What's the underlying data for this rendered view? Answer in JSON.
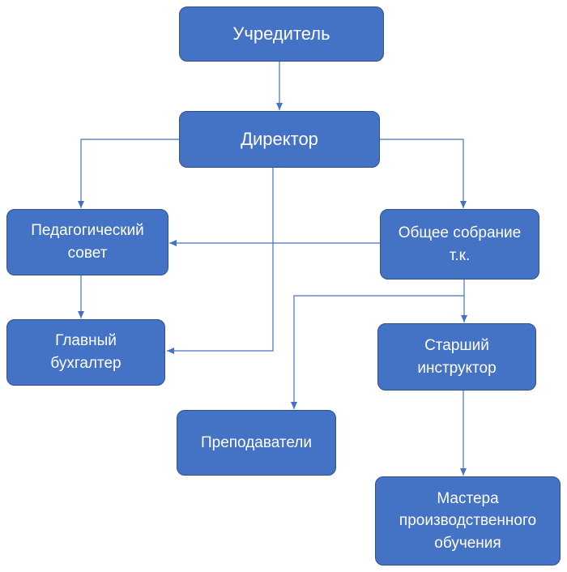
{
  "diagram": {
    "nodes": {
      "founder": "Учредитель",
      "director": "Директор",
      "ped_council": "Педагогический\nсовет",
      "general_meeting": "Общее собрание\nт.к.",
      "chief_accountant": "Главный\nбухгалтер",
      "senior_instructor": "Старший\nинструктор",
      "teachers": "Преподаватели",
      "masters": "Мастера\nпроизводственного\nобучения"
    },
    "edges": [
      {
        "from": "founder",
        "to": "director"
      },
      {
        "from": "director",
        "to": "ped_council"
      },
      {
        "from": "director",
        "to": "general_meeting"
      },
      {
        "from": "director",
        "to": "chief_accountant"
      },
      {
        "from": "general_meeting",
        "to": "ped_council"
      },
      {
        "from": "ped_council",
        "to": "chief_accountant"
      },
      {
        "from": "general_meeting",
        "to": "senior_instructor"
      },
      {
        "from": "general_meeting",
        "to": "teachers"
      },
      {
        "from": "senior_instructor",
        "to": "masters"
      }
    ],
    "colors": {
      "box_fill": "#4472c4",
      "box_border": "#2f528f",
      "box_text": "#ffffff",
      "connector": "#4472c4"
    }
  }
}
